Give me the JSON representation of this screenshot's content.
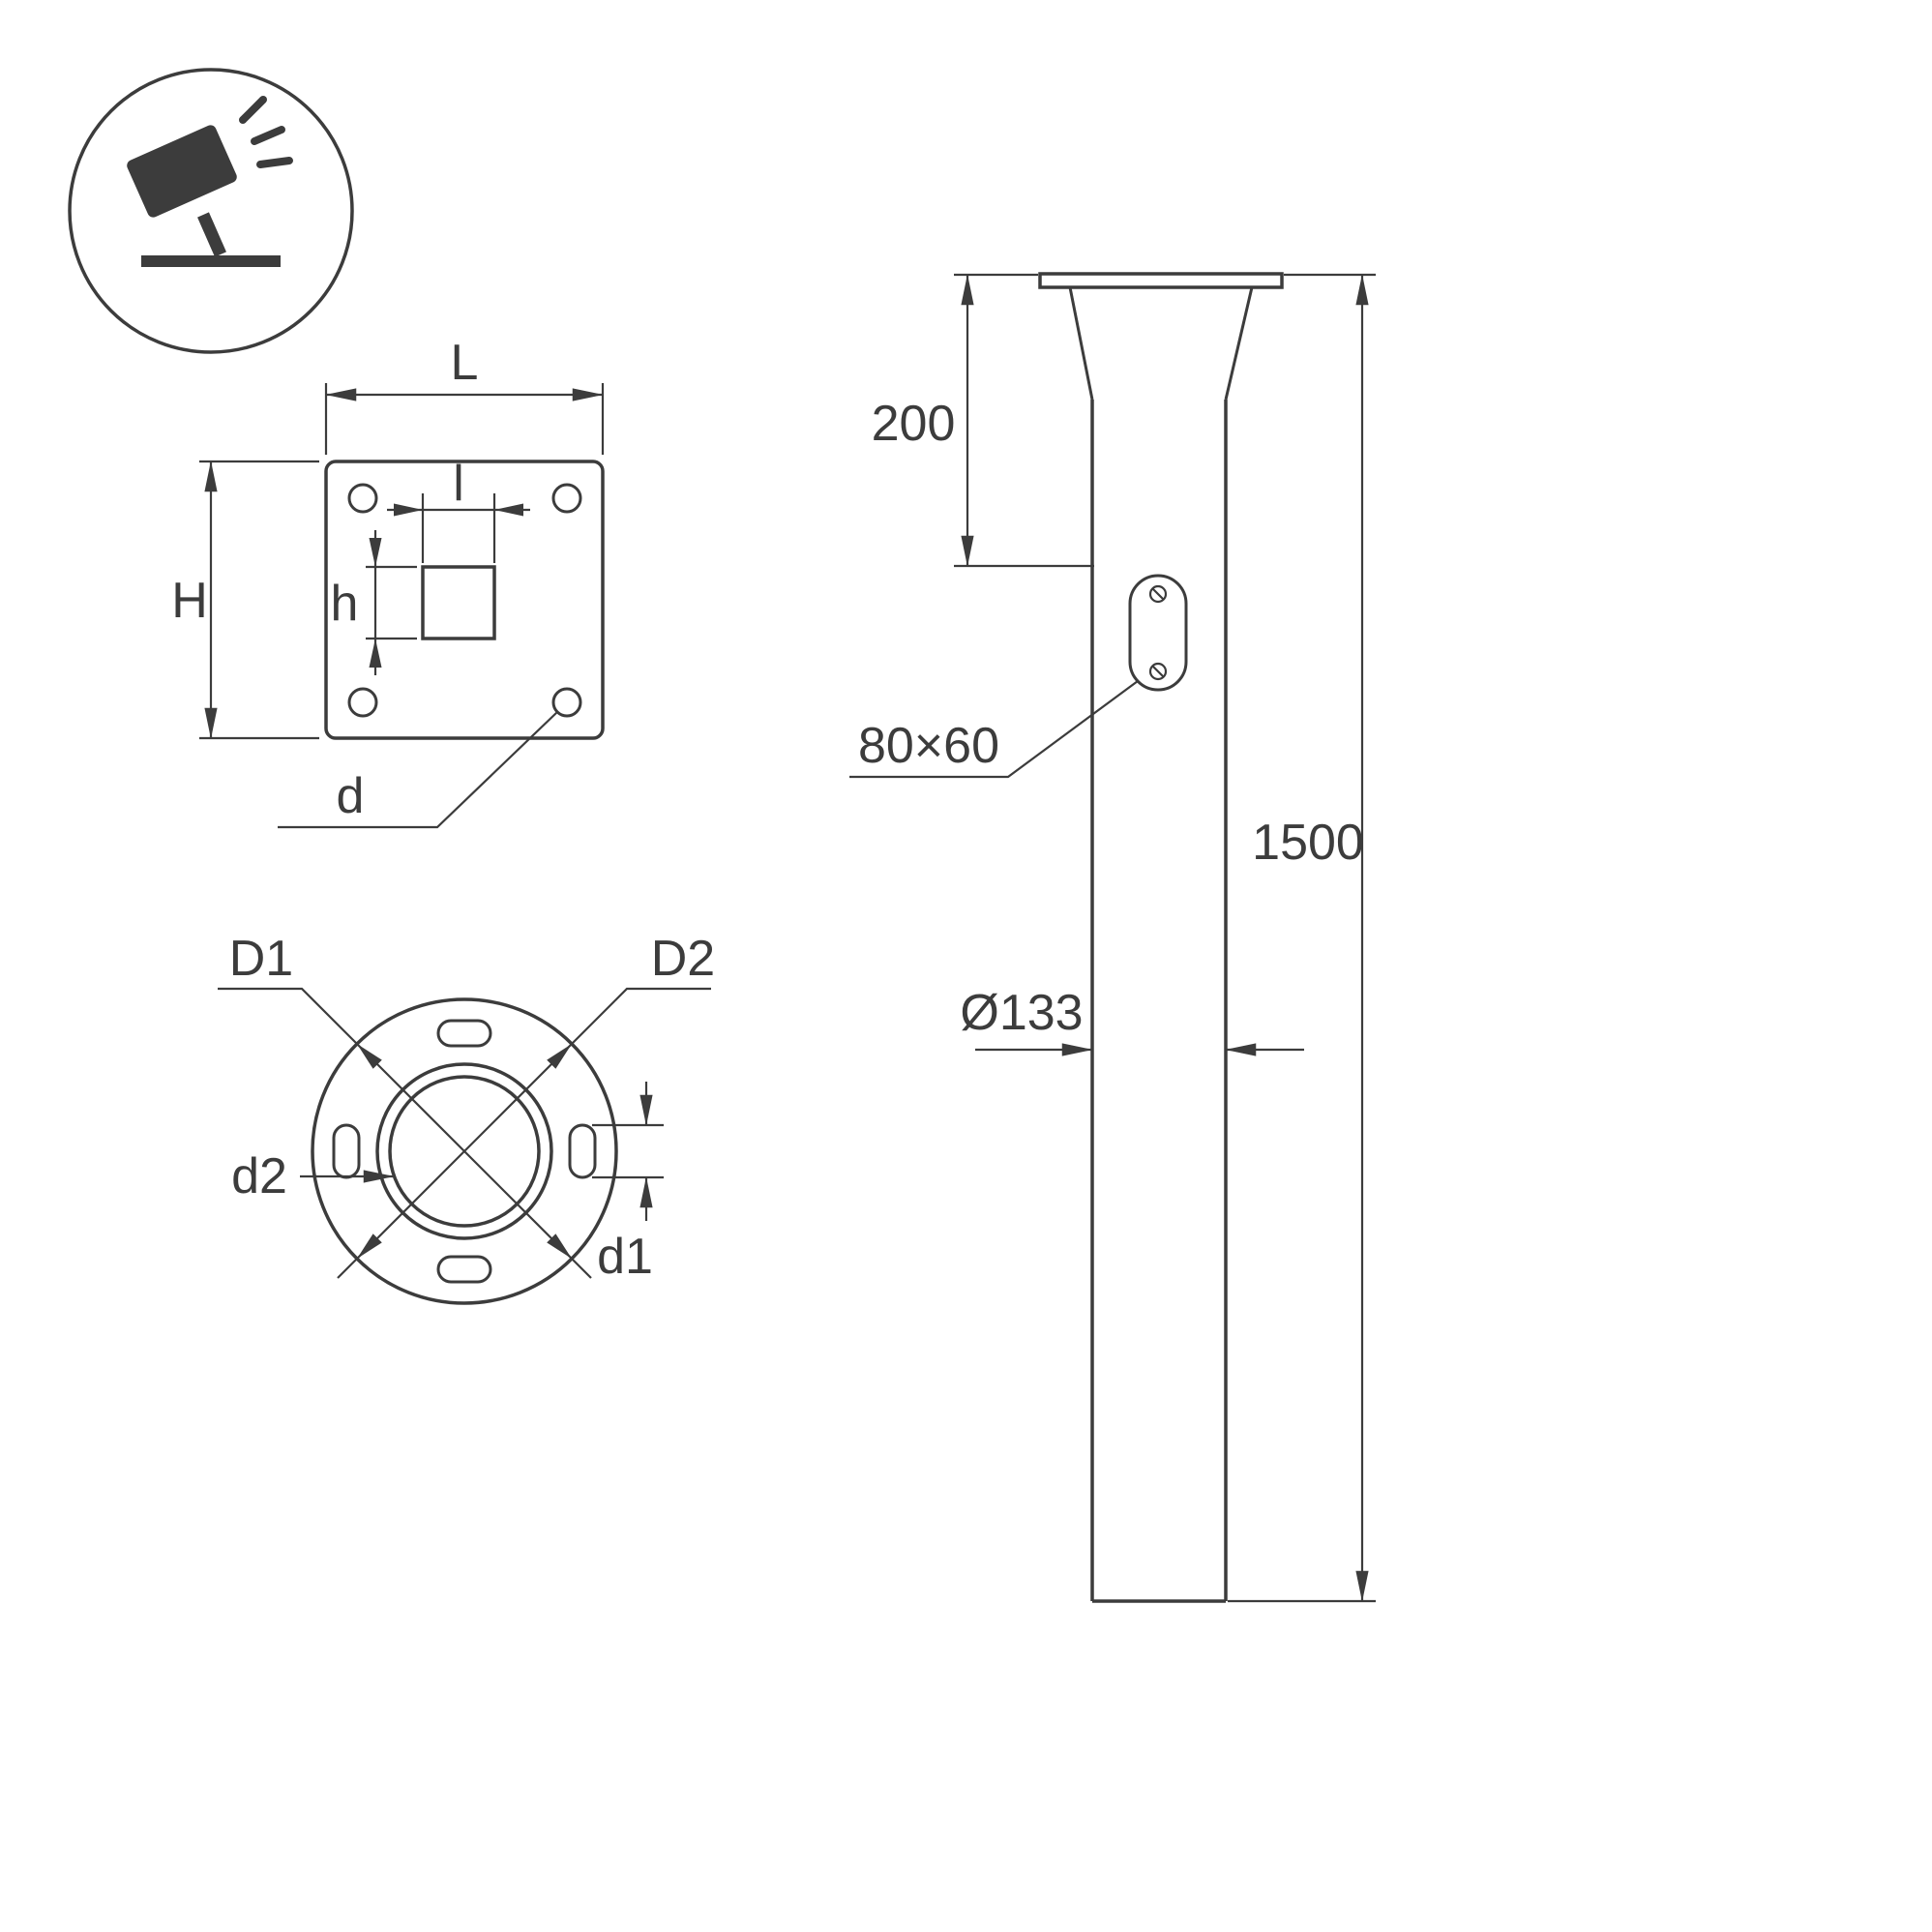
{
  "page": {
    "background": "#ffffff",
    "line_color": "#3c3c3c",
    "icon": "spotlight-projector-icon"
  },
  "views": {
    "flange_top": {
      "width_label": "L",
      "inner_width_label": "l",
      "height_label": "H",
      "inner_height_label": "h",
      "corner_hole_label": "d"
    },
    "flange_bottom": {
      "outer_diameter_label": "D1",
      "bolt_circle_label": "D2",
      "slot_label": "d1",
      "pipe_inner_label": "d2"
    },
    "elevation": {
      "flange_to_hole_label": "200",
      "pole_length_label": "1500",
      "pole_diameter_label": "Ø133",
      "access_hole_label": "80×60"
    }
  }
}
